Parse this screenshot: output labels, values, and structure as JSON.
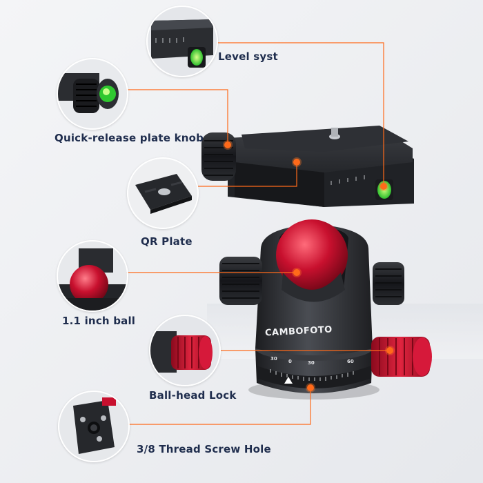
{
  "labels": {
    "level_system": "Level syst",
    "qr_knob": "Quick-release plate knob",
    "qr_plate": "QR Plate",
    "ball": "1.1 inch ball",
    "lock": "Ball-head Lock",
    "thread": "3/8 Thread Screw Hole"
  },
  "brand": "CAMBOFOTO",
  "scale_marks": [
    "30",
    "0",
    "30",
    "60"
  ],
  "colors": {
    "accent_line": "#ff6a1a",
    "label_text": "#1f2d4d",
    "ball_red": "#c8102e",
    "body_dark": "#2a2c30",
    "bubble_green": "#36d43a"
  }
}
